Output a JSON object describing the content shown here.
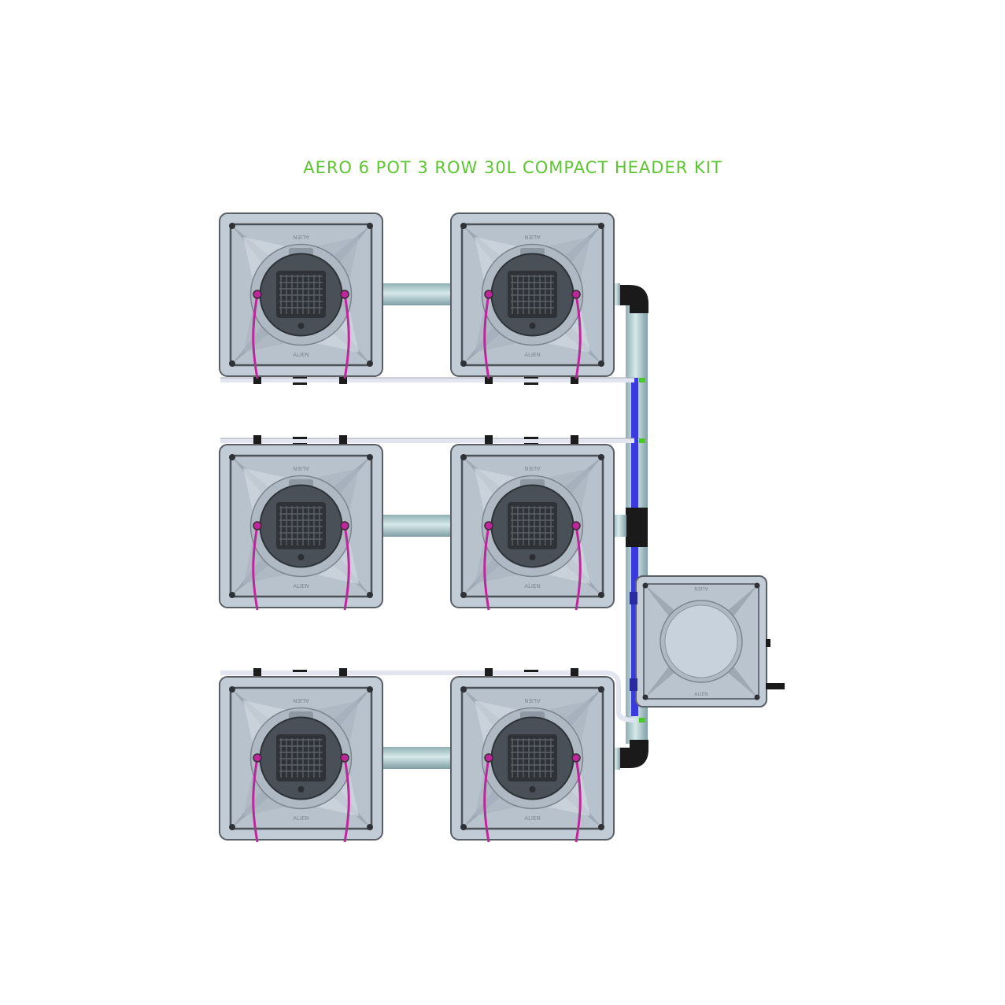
{
  "title": "AERO 6 POT 3 ROW 30L COMPACT HEADER KIT",
  "pot_label": "ALIEN",
  "colors": {
    "title": "#5cc531",
    "pot_body": "#c2ccd6",
    "pot_outline": "#5a5f66",
    "pot_dark": "#3a3f45",
    "tube_pink": "#c0269c",
    "header_blue": "#3a3adf",
    "pipe_light": "#a9c6c9",
    "white_line": "#e2e4ef",
    "fitting_green": "#4bc72a"
  },
  "pots": [
    {
      "row": 1,
      "col": 1
    },
    {
      "row": 1,
      "col": 2
    },
    {
      "row": 2,
      "col": 1
    },
    {
      "row": 2,
      "col": 2
    },
    {
      "row": 3,
      "col": 1
    },
    {
      "row": 3,
      "col": 2
    }
  ],
  "tank": {
    "type": "30L reservoir"
  }
}
